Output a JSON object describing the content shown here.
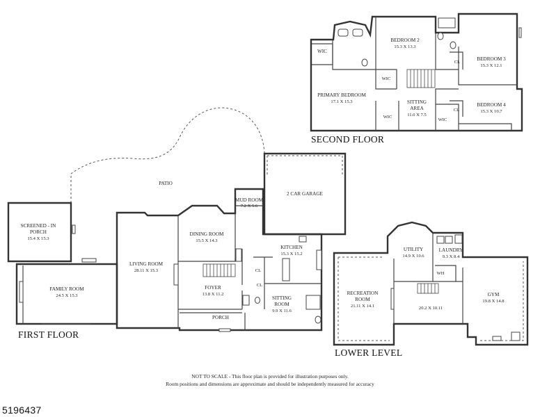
{
  "floors": {
    "second": "SECOND FLOOR",
    "first": "FIRST FLOOR",
    "lower": "LOWER LEVEL"
  },
  "second_floor_rooms": {
    "wic_left": "WIC",
    "bedroom2_name": "BEDROOM 2",
    "bedroom2_dim": "15.3 X 13.3",
    "bedroom3_name": "BEDROOM 3",
    "bedroom3_dim": "15.3 X 12.1",
    "wic_mid": "WIC",
    "primary_name": "PRIMARY BEDROOM",
    "primary_dim": "17.1 X 15.3",
    "sitting_name": "SITTING",
    "sitting_name2": "AREA",
    "sitting_dim": "11.0 X 7.5",
    "bedroom4_name": "BEDROOM 4",
    "bedroom4_dim": "15.3 X 10.7",
    "wic_bottom_left": "WIC",
    "wic_bottom_right": "WIC",
    "cl_upper": "CL",
    "cl_lower": "CL"
  },
  "first_floor_rooms": {
    "patio": "PATIO",
    "mud_name": "MUD ROOM",
    "mud_dim": "7.2 X 5.6",
    "garage": "2 CAR GARAGE",
    "screened_name": "SCREENED - IN",
    "screened_name2": "PORCH",
    "screened_dim": "15.4 X 15.3",
    "dining_name": "DINING ROOM",
    "dining_dim": "15.5 X 14.3",
    "kitchen_name": "KITCHEN",
    "kitchen_dim": "15.3 X 15.2",
    "living_name": "LIVING ROOM",
    "living_dim": "28.11 X 15.3",
    "family_name": "FAMILY ROOM",
    "family_dim": "24.5 X 15.3",
    "foyer_name": "FOYER",
    "foyer_dim": "13.8 X 11.2",
    "sitting_name": "SITTING",
    "sitting_name2": "ROOM",
    "sitting_dim": "9.9 X 11.6",
    "porch": "PORCH",
    "cl_1": "CL",
    "cl_2": "CL"
  },
  "lower_level_rooms": {
    "utility_name": "UTILITY",
    "utility_dim": "14.9 X 10.6",
    "laundry_name": "LAUNDRY",
    "laundry_dim": "9.3 X 8.4",
    "wh": "WH",
    "recreation_name": "RECREATION",
    "recreation_name2": "ROOM",
    "recreation_dim": "21.11 X 14.1",
    "center_dim": "20.2 X 10.11",
    "gym_name": "GYM",
    "gym_dim": "19.8 X 14.8"
  },
  "notes": {
    "line1": "NOT TO SCALE - This floor plan is provided for illustration purposes only.",
    "line2": "Room positions and dimensions are approximate and should be independently measured for accuracy"
  },
  "listing_id": "5196437"
}
